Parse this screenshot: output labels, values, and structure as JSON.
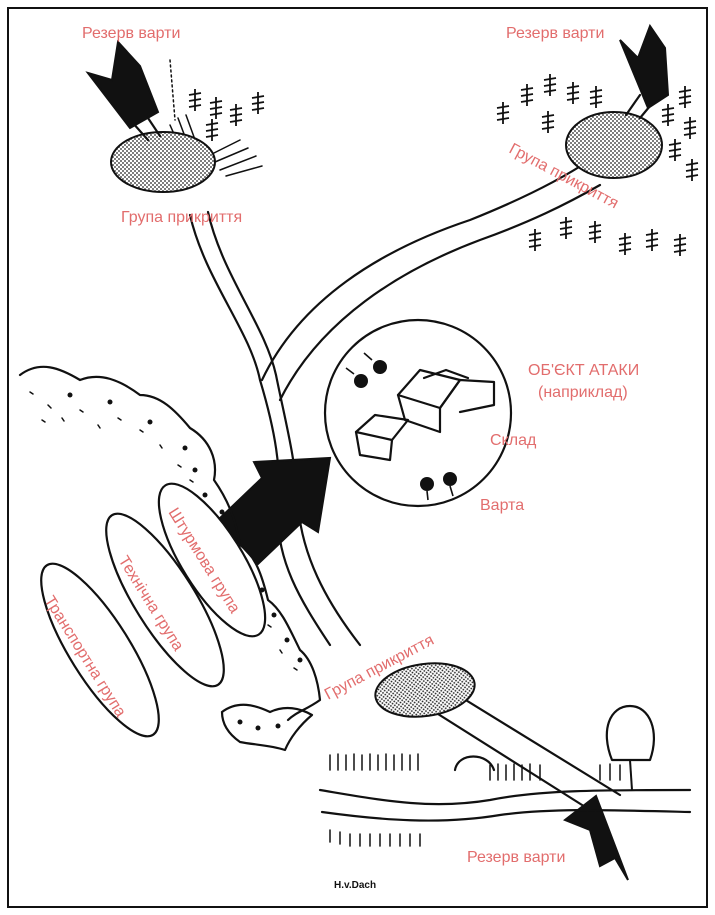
{
  "labels": {
    "reserve_top_left": "Резерв варти",
    "reserve_top_right": "Резерв варти",
    "cover_top_left": "Група прикриття",
    "cover_top_right": "Група прикриття",
    "target_title": "ОБ'ЄКТ АТАКИ",
    "target_subtitle": "(наприклад)",
    "warehouse": "Склад",
    "guard": "Варта",
    "assault_group": "Штурмова група",
    "technical_group": "Технічна група",
    "transport_group": "Транспортна група",
    "cover_bottom": "Група прикриття",
    "reserve_bottom": "Резерв варти",
    "signature": "H.v.Dach"
  },
  "colors": {
    "label": "#e26d6d",
    "ink": "#111111",
    "background": "#ffffff"
  }
}
